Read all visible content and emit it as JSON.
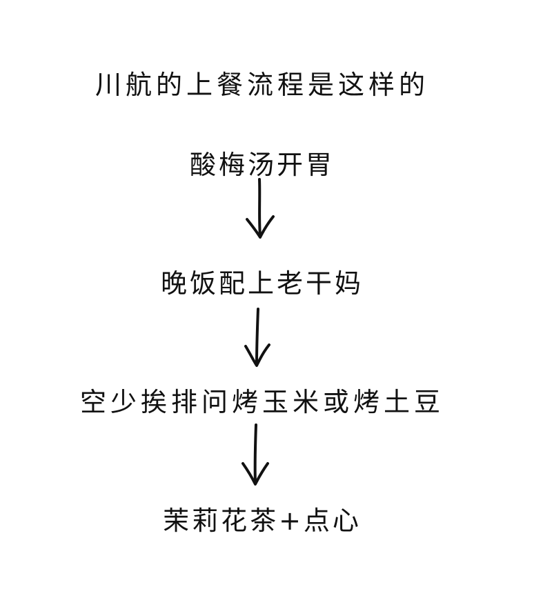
{
  "title": "川航的上餐流程是这样的",
  "steps": [
    "酸梅汤开胃",
    "晚饭配上老干妈",
    "空少挨排问烤玉米或烤土豆",
    "茉莉花茶+点心"
  ]
}
